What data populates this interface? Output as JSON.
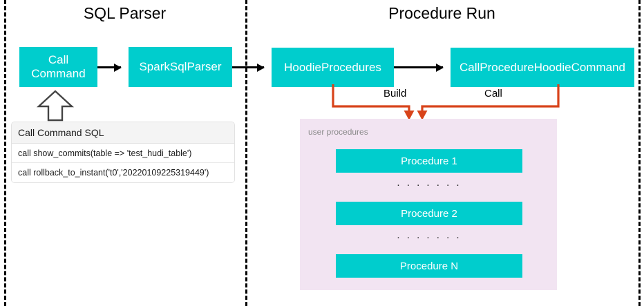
{
  "sections": [
    {
      "title": "SQL Parser"
    },
    {
      "title": "Procedure Run"
    }
  ],
  "nodes": {
    "call_command": "Call\nCommand",
    "call_command_line1": "Call",
    "call_command_line2": "Command",
    "spark_sql_parser": "SparkSqlParser",
    "hoodie_procedures": "HoodieProcedures",
    "call_procedure_hoodie_command": "CallProcedureHoodieCommand"
  },
  "sql_box": {
    "header": "Call Command SQL",
    "rows": [
      "call show_commits(table => 'test_hudi_table')",
      "call rollback_to_instant('t0','20220109225319449')"
    ]
  },
  "connectors": {
    "build_label": "Build",
    "call_label": "Call"
  },
  "user_procedures": {
    "label": "user procedures",
    "items": [
      "Procedure 1",
      "Procedure 2",
      "Procedure N"
    ],
    "separator": ". . . . . . ."
  },
  "colors": {
    "teal": "#00CDCD",
    "orange": "#D8431A",
    "panel_lavender": "#F2E4F2",
    "divider_black": "#000000",
    "arrow_black": "#000000",
    "box_text": "#FFFFFF",
    "muted_label": "#8A8A8A"
  }
}
